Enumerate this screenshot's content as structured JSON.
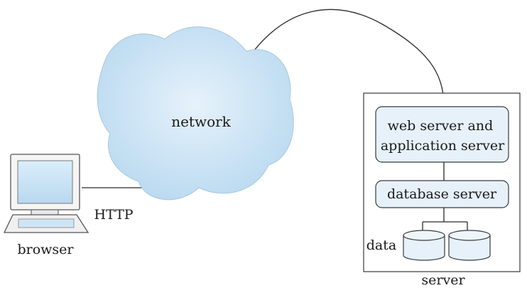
{
  "labels": {
    "network": "network",
    "protocol": "HTTP",
    "client": "browser",
    "web_server": [
      "web server and",
      "application server"
    ],
    "database_server": "database server",
    "data": "data",
    "server": "server"
  },
  "colors": {
    "cloud_fill": "#cfe5f5",
    "box_fill": "#e6f1fa",
    "screen_fill": "#cfe5f5",
    "line": "#2a2a2a"
  }
}
